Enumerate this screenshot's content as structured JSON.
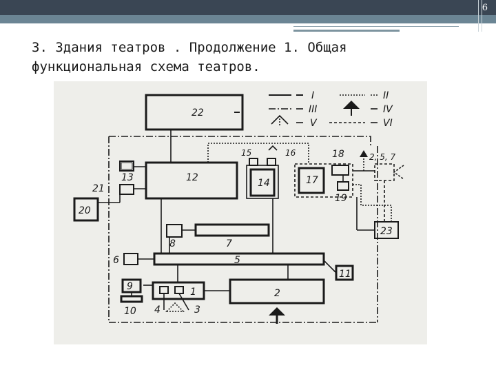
{
  "slide": {
    "page_number": "6",
    "title_line1": "3. Здания театров . Продолжение 1. Общая",
    "title_line2": "функциональная схема театров."
  },
  "diagram": {
    "legend": {
      "I": "I",
      "II": "II",
      "III": "III",
      "IV": "IV",
      "V": "V",
      "VI": "VI"
    },
    "blocks": {
      "b22": "22",
      "b12": "12",
      "b14": "14",
      "b17": "17",
      "b20": "20",
      "b13": "13",
      "b21": "21",
      "b15": "15",
      "b16": "16",
      "b18": "18",
      "b19": "19",
      "b257": "2, 5, 7",
      "b23": "23",
      "b8": "8",
      "b7": "7",
      "b6": "6",
      "b5": "5",
      "b11": "11",
      "b9": "9",
      "b10": "10",
      "b1": "1",
      "b4": "4",
      "b3": "3",
      "b2": "2"
    }
  }
}
